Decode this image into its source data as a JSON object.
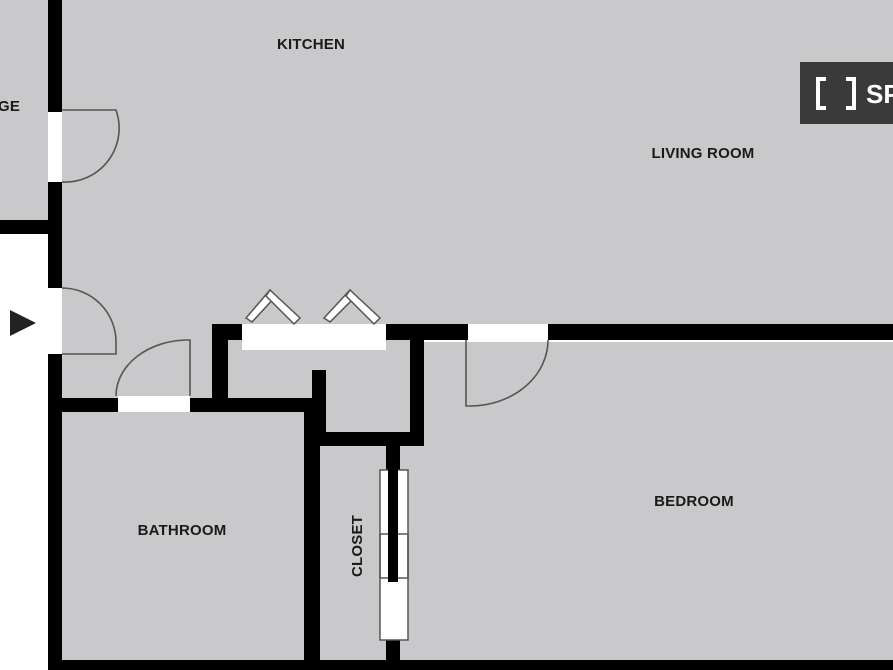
{
  "floorplan": {
    "rooms": {
      "kitchen": "KITCHEN",
      "living_room": "LIVING ROOM",
      "bedroom": "BEDROOM",
      "bathroom": "BATHROOM",
      "closet": "CLOSET",
      "partial_room": "GE"
    },
    "brand": {
      "text": "SP"
    },
    "colors": {
      "floor": "#c9c8ca",
      "wall": "#000000",
      "opening": "#ffffff",
      "door_swing": "#555555",
      "brand_badge": "#3a3a3a"
    }
  }
}
